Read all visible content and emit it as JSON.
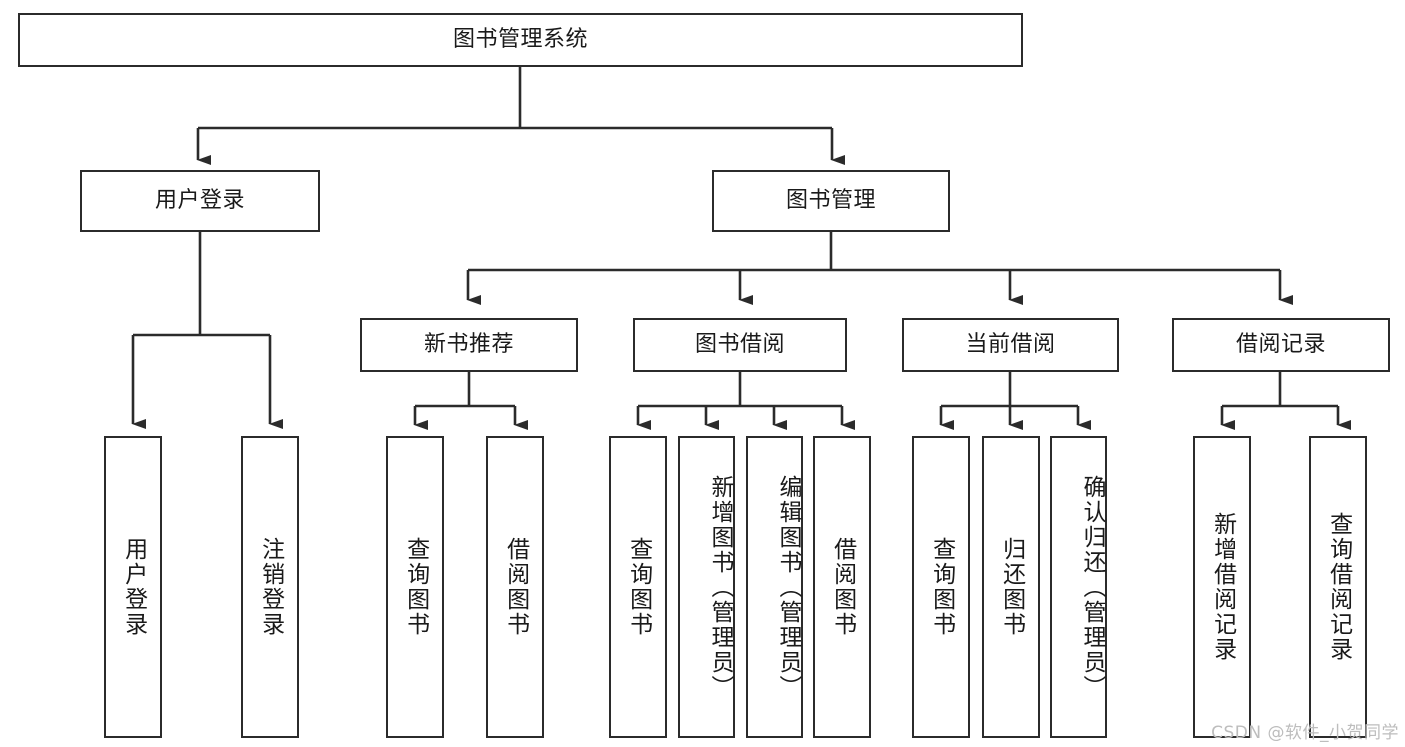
{
  "diagram": {
    "title": "图书管理系统",
    "type": "tree-hierarchy",
    "watermark": "CSDN @软件_小贺同学",
    "colors": {
      "background": "#ffffff",
      "box_border": "#2b2b2b",
      "box_fill": "#ffffff",
      "text": "#1a1a1a",
      "edge": "#2b2b2b",
      "watermark": "#bdbdbd"
    }
  },
  "nodes": {
    "root": {
      "label": "图书管理系统",
      "level": 1
    },
    "level2": [
      {
        "id": "user-login",
        "label": "用户登录"
      },
      {
        "id": "book-manage",
        "label": "图书管理"
      }
    ],
    "level3": [
      {
        "id": "new-book-recommend",
        "label": "新书推荐"
      },
      {
        "id": "book-borrow",
        "label": "图书借阅"
      },
      {
        "id": "current-borrow",
        "label": "当前借阅"
      },
      {
        "id": "borrow-record",
        "label": "借阅记录"
      }
    ],
    "leaves": {
      "user-login": [
        {
          "id": "leaf-user-login",
          "label": "用户登录"
        },
        {
          "id": "leaf-logout",
          "label": "注销登录"
        }
      ],
      "new-book-recommend": [
        {
          "id": "leaf-query-book-1",
          "label": "查询图书"
        },
        {
          "id": "leaf-borrow-book-1",
          "label": "借阅图书"
        }
      ],
      "book-borrow": [
        {
          "id": "leaf-query-book-2",
          "label": "查询图书"
        },
        {
          "id": "leaf-add-book",
          "label": "新增图书（管理员）"
        },
        {
          "id": "leaf-edit-book",
          "label": "编辑图书（管理员）"
        },
        {
          "id": "leaf-borrow-book-2",
          "label": "借阅图书"
        }
      ],
      "current-borrow": [
        {
          "id": "leaf-query-book-3",
          "label": "查询图书"
        },
        {
          "id": "leaf-return-book",
          "label": "归还图书"
        },
        {
          "id": "leaf-confirm-return",
          "label": "确认归还（管理员）"
        }
      ],
      "borrow-record": [
        {
          "id": "leaf-add-record",
          "label": "新增借阅记录"
        },
        {
          "id": "leaf-query-record",
          "label": "查询借阅记录"
        }
      ]
    }
  }
}
